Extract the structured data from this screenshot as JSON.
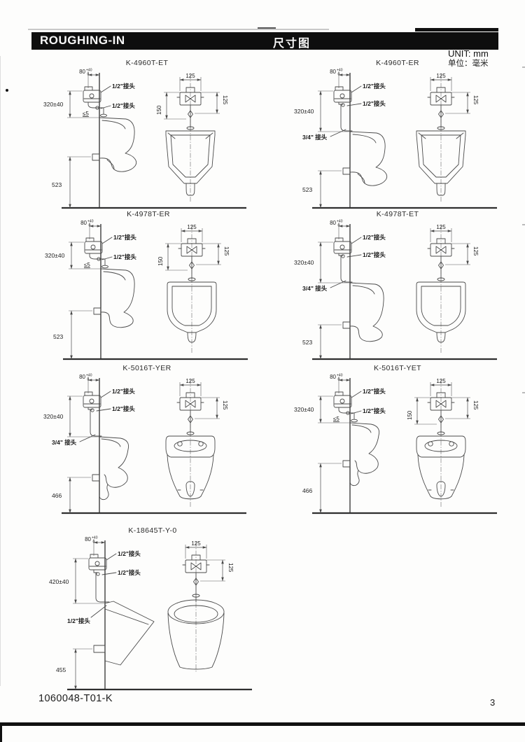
{
  "header": {
    "title_en": "ROUGHING-IN",
    "title_zh": "尺寸图"
  },
  "unit_note": {
    "en": "UNIT: mm",
    "zh": "单位：毫米"
  },
  "footer": {
    "doc_code": "1060048-T01-K",
    "page_number": "3"
  },
  "diagrams": [
    {
      "model": "K-4960T-ET",
      "side": {
        "wall_offset_dim": "80",
        "wall_offset_tol_plus": "+40",
        "wall_offset_tol_minus": "0",
        "inlet_callout": "1/2\"接头",
        "outlet_callout": "1/2\"接头",
        "valve_height_dim": "320±40",
        "gap_dim": "≤5",
        "drain_height_dim": "523"
      },
      "front": {
        "valve_width_dim": "125",
        "valve_drop_dim": "150",
        "pipe_side_dim": "125"
      }
    },
    {
      "model": "K-4960T-ER",
      "side": {
        "wall_offset_dim": "80",
        "wall_offset_tol_plus": "+40",
        "wall_offset_tol_minus": "0",
        "inlet_callout": "1/2\"接头",
        "outlet_callout": "1/2\"接头",
        "spud_callout": "3/4\" 接头",
        "valve_height_dim": "320±40",
        "drain_height_dim": "523"
      },
      "front": {
        "valve_width_dim": "125",
        "pipe_side_dim": "125"
      }
    },
    {
      "model": "K-4978T-ER",
      "side": {
        "wall_offset_dim": "80",
        "wall_offset_tol_plus": "+40",
        "wall_offset_tol_minus": "0",
        "inlet_callout": "1/2\"接头",
        "outlet_callout": "1/2\"接头",
        "valve_height_dim": "320±40",
        "gap_dim": "≤5",
        "drain_height_dim": "523"
      },
      "front": {
        "valve_width_dim": "125",
        "valve_drop_dim": "150",
        "pipe_side_dim": "125"
      }
    },
    {
      "model": "K-4978T-ET",
      "side": {
        "wall_offset_dim": "80",
        "wall_offset_tol_plus": "+40",
        "wall_offset_tol_minus": "0",
        "inlet_callout": "1/2\"接头",
        "outlet_callout": "1/2\"接头",
        "spud_callout": "3/4\" 接头",
        "valve_height_dim": "320±40",
        "drain_height_dim": "523"
      },
      "front": {
        "valve_width_dim": "125",
        "pipe_side_dim": "125"
      }
    },
    {
      "model": "K-5016T-YER",
      "side": {
        "wall_offset_dim": "80",
        "wall_offset_tol_plus": "+40",
        "wall_offset_tol_minus": "0",
        "inlet_callout": "1/2\"接头",
        "outlet_callout": "1/2\"接头",
        "spud_callout": "3/4\" 接头",
        "valve_height_dim": "320±40",
        "drain_height_dim": "466"
      },
      "front": {
        "valve_width_dim": "125",
        "pipe_side_dim": "125"
      }
    },
    {
      "model": "K-5016T-YET",
      "side": {
        "wall_offset_dim": "80",
        "wall_offset_tol_plus": "+40",
        "wall_offset_tol_minus": "0",
        "inlet_callout": "1/2\"接头",
        "outlet_callout": "1/2\"接头",
        "valve_height_dim": "320±40",
        "gap_dim": "≤5",
        "drain_height_dim": "466"
      },
      "front": {
        "valve_width_dim": "125",
        "valve_drop_dim": "150",
        "pipe_side_dim": "125"
      }
    },
    {
      "model": "K-18645T-Y-0",
      "side": {
        "wall_offset_dim": "80",
        "wall_offset_tol_plus": "+40",
        "wall_offset_tol_minus": "0",
        "inlet_callout": "1/2\"接头",
        "outlet_callout": "1/2\"接头",
        "lower_callout": "1/2\"接头",
        "valve_height_dim": "420±40",
        "drain_height_dim": "455"
      },
      "front": {
        "valve_width_dim": "125",
        "pipe_side_dim": "125"
      }
    }
  ]
}
